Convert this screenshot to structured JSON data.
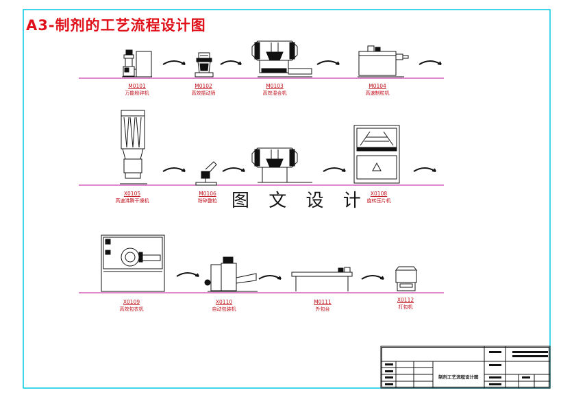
{
  "title": "A3-制剂的工艺流程设计图",
  "watermark": "图 文 设 计",
  "colors": {
    "frame": "#00c8e6",
    "baseline": "#c0109a",
    "label": "#c0101a",
    "title": "#e0101a"
  },
  "machines": [
    {
      "code": "M0101",
      "name": "万能粉碎机",
      "icon": "mill-icon"
    },
    {
      "code": "M0102",
      "name": "高效振动筛",
      "icon": "sieve-icon"
    },
    {
      "code": "M0103",
      "name": "高效混合机",
      "icon": "mixer-icon"
    },
    {
      "code": "M0104",
      "name": "高速制粒机",
      "icon": "granulator-icon"
    },
    {
      "code": "X0105",
      "name": "高速沸腾干燥机",
      "icon": "dryer-icon"
    },
    {
      "code": "M0106",
      "name": "粉碎整粒",
      "icon": "grinder-icon"
    },
    {
      "code": "",
      "name": "",
      "icon": "mixer-icon"
    },
    {
      "code": "X0108",
      "name": "旋转压片机",
      "icon": "tablet-press-icon"
    },
    {
      "code": "X0109",
      "name": "高效包衣机",
      "icon": "coating-icon"
    },
    {
      "code": "X0110",
      "name": "自动包装机",
      "icon": "packaging-icon"
    },
    {
      "code": "M0111",
      "name": "外包台",
      "icon": "table-icon"
    },
    {
      "code": "X0112",
      "name": "打包机",
      "icon": "strapping-icon"
    }
  ],
  "title_block": {
    "drawing_name": "制剂工艺流程设计图"
  }
}
